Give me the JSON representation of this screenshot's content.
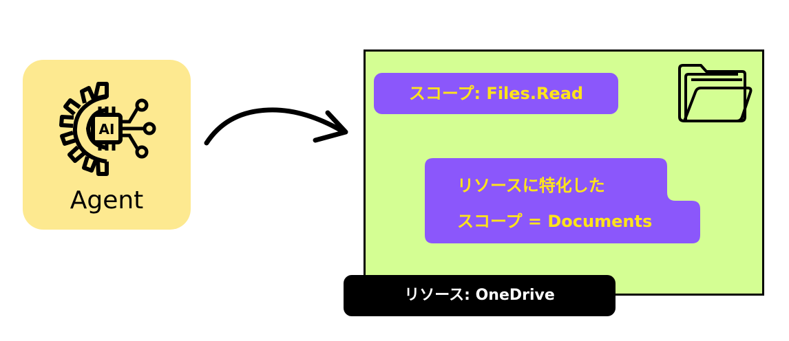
{
  "agent": {
    "label": "Agent",
    "icon_text": "AI",
    "icon": "ai-gear-icon",
    "background": "#fde990"
  },
  "resource_panel": {
    "background": "#d4fe93",
    "scope_label": "スコープ: Files.Read",
    "folder_icon": "folder-icon",
    "specific_scope_line1": "リソースに特化した",
    "specific_scope_line2": "スコープ = Documents",
    "resource_label": "リソース: OneDrive"
  },
  "colors": {
    "pill_purple": "#8b57fb",
    "pill_text_yellow": "#ffe41a",
    "label_black": "#000000",
    "label_text_white": "#ffffff"
  }
}
